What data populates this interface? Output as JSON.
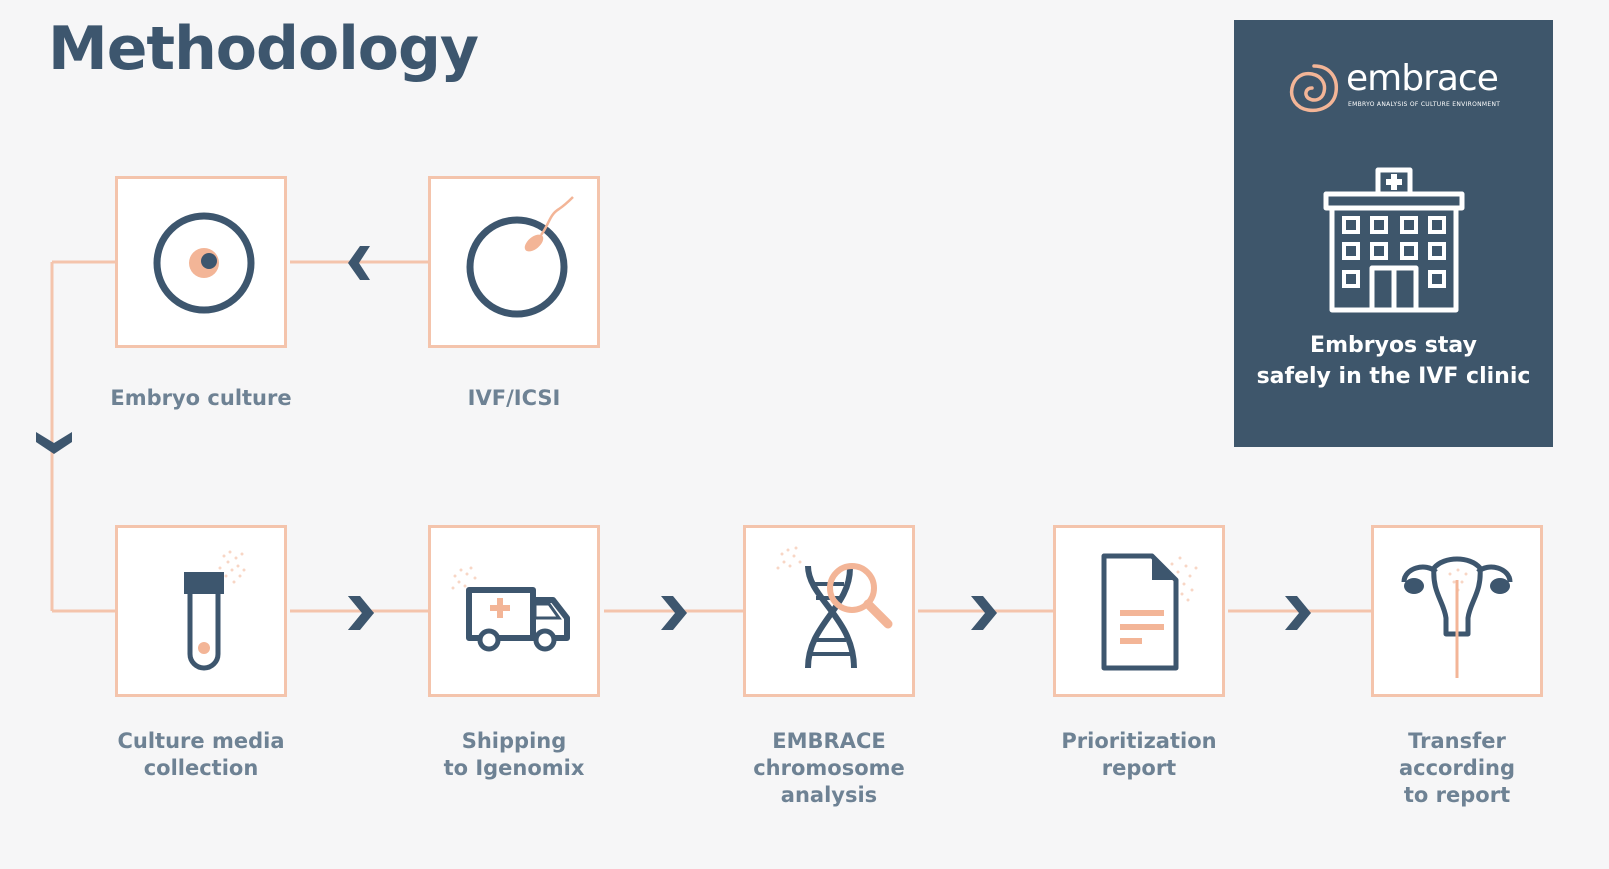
{
  "title": "Methodology",
  "steps": {
    "embryo_culture": "Embryo culture",
    "ivf_icsi": "IVF/ICSI",
    "culture_media": "Culture media\ncollection",
    "shipping": "Shipping\nto Igenomix",
    "embrace_analysis": "EMBRACE\nchromosome\nanalysis",
    "prioritization": "Prioritization\nreport",
    "transfer": "Transfer\naccording\nto report"
  },
  "panel": {
    "brand": "embrace",
    "brand_tagline": "EMBRYO ANALYSIS OF CULTURE ENVIRONMENT",
    "caption": "Embryos stay\nsafely in the IVF clinic"
  },
  "icons": [
    "embryo-icon",
    "egg-sperm-icon",
    "test-tube-icon",
    "ambulance-icon",
    "dna-magnifier-icon",
    "report-document-icon",
    "uterus-icon",
    "hospital-icon",
    "embrace-logo-icon"
  ],
  "colors": {
    "navy": "#3d566e",
    "peach": "#f4c4ac",
    "accent": "#f3b597",
    "label": "#6e8294",
    "panel": "#3e566b",
    "background": "#f6f6f7"
  }
}
